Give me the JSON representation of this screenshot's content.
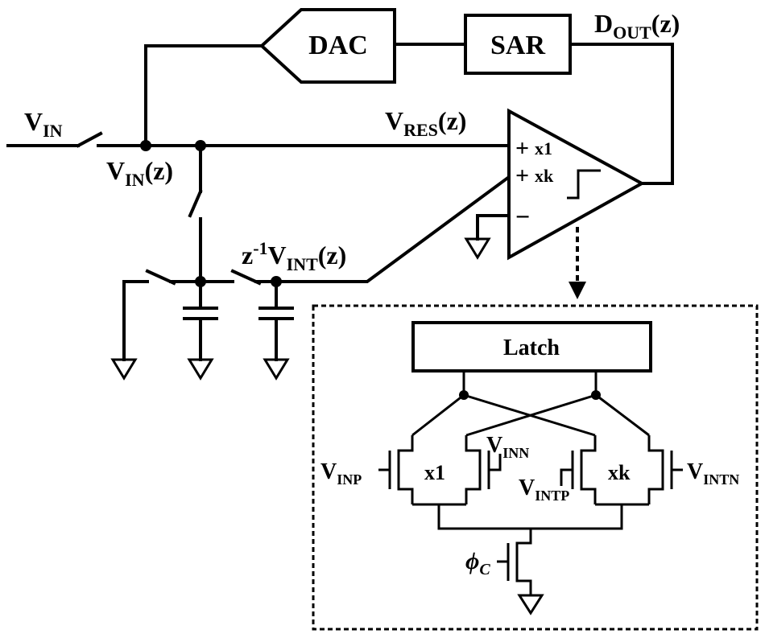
{
  "blocks": {
    "dac": "DAC",
    "sar": "SAR",
    "latch": "Latch"
  },
  "signals": {
    "vin": {
      "main": "V",
      "sub": "IN"
    },
    "vinz": {
      "main": "V",
      "sub": "IN",
      "suffix": "(z)"
    },
    "vres": {
      "main": "V",
      "sub": "RES",
      "suffix": "(z)"
    },
    "dout": {
      "main": "D",
      "sub": "OUT",
      "suffix": "(z)"
    },
    "vint": {
      "prefix": "z",
      "sup": "-1",
      "main": "V",
      "sub": "INT",
      "suffix": "(z)"
    }
  },
  "comparator": {
    "plus": "+",
    "minus": "−",
    "gain1": "x1",
    "gaink": "xk"
  },
  "inset": {
    "pair_left_label": "x1",
    "pair_right_label": "xk",
    "vinp": {
      "main": "V",
      "sub": "INP"
    },
    "vinn": {
      "main": "V",
      "sub": "INN"
    },
    "vintp": {
      "main": "V",
      "sub": "INTP"
    },
    "vintn": {
      "main": "V",
      "sub": "INTN"
    },
    "clock": {
      "main": "ϕ",
      "sub": "C"
    }
  }
}
